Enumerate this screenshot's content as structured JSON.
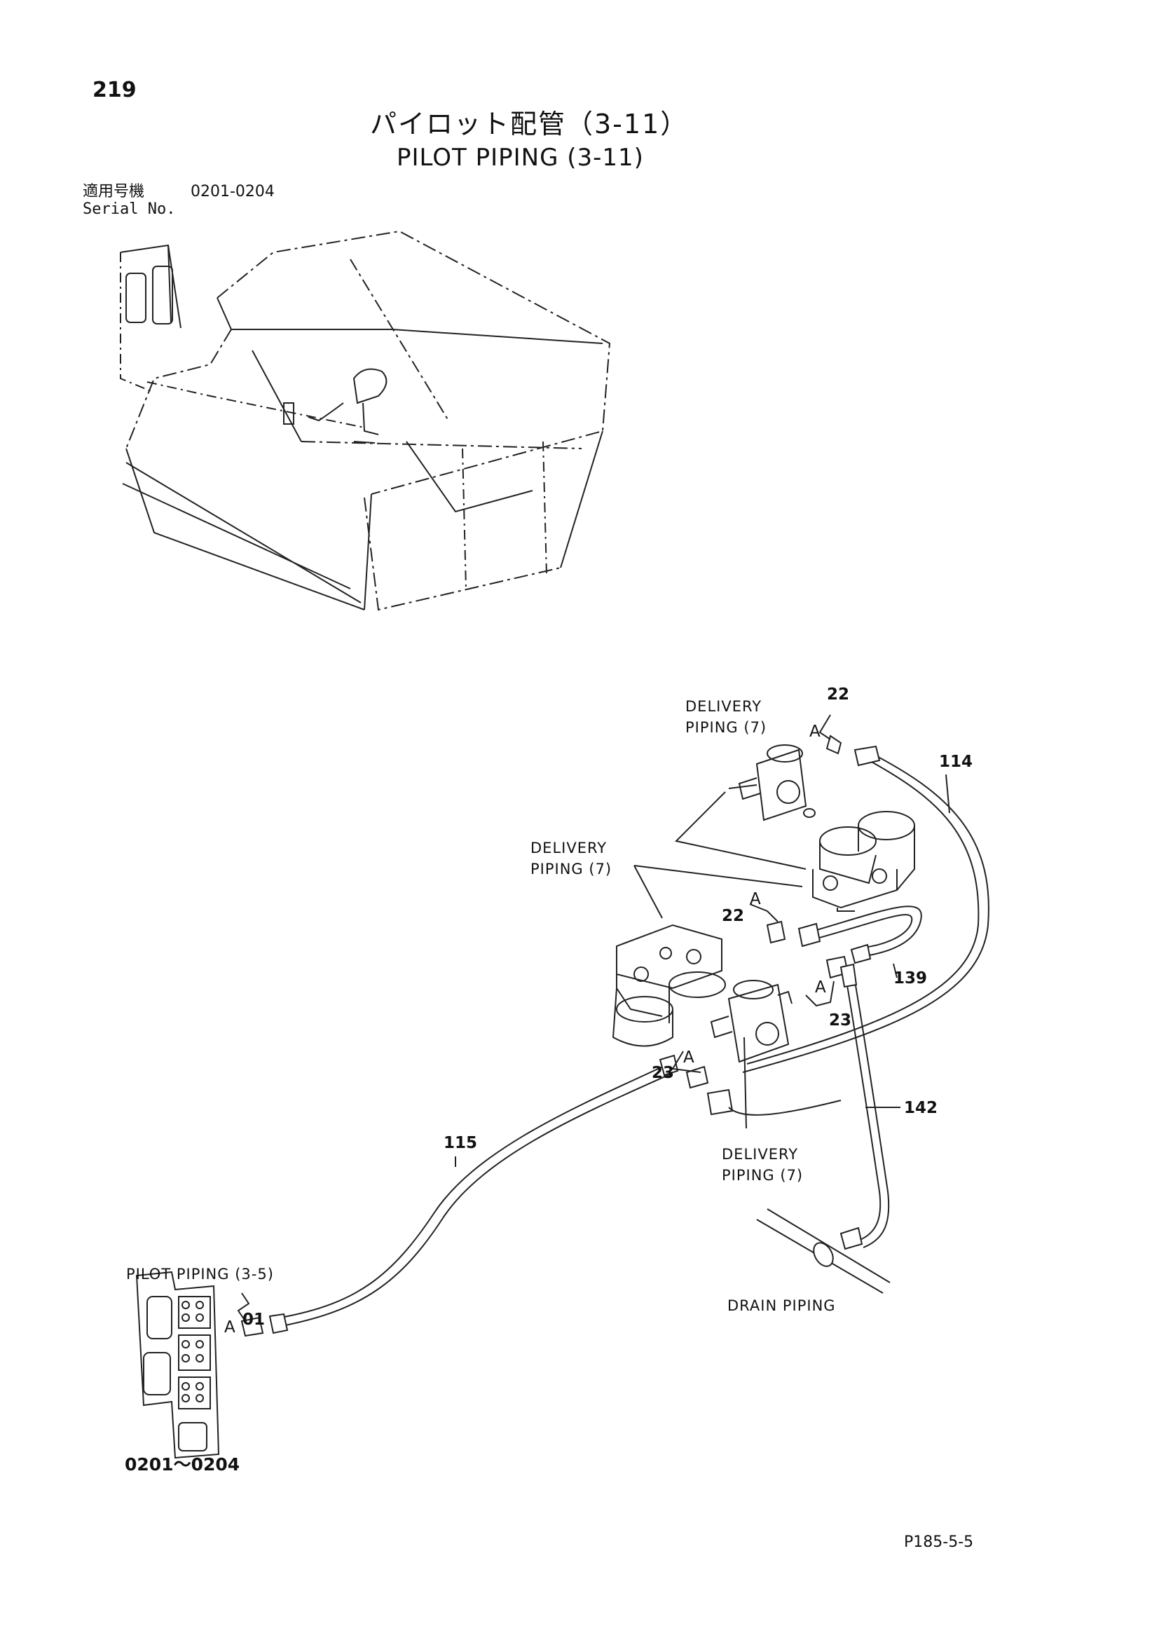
{
  "header": {
    "page_number": "219",
    "title_jp": "パイロット配管（3-11）",
    "title_en": "PILOT PIPING (3-11)",
    "serial_label_jp": "適用号機",
    "serial_value": "0201-0204",
    "serial_label_en": "Serial No."
  },
  "labels": {
    "delivery_1_line1": "DELIVERY",
    "delivery_1_line2": "PIPING (7)",
    "delivery_2_line1": "DELIVERY",
    "delivery_2_line2": "PIPING (7)",
    "delivery_3_line1": "DELIVERY",
    "delivery_3_line2": "PIPING (7)",
    "pilot_piping_ref": "PILOT PIPING (3-5)",
    "drain_piping": "DRAIN PIPING",
    "serial_range": "0201～0204"
  },
  "part_numbers": {
    "p22_top": "22",
    "p22_mid": "22",
    "p23_left": "23",
    "p23_right": "23",
    "p01": "01",
    "p114": "114",
    "p115": "115",
    "p139": "139",
    "p142": "142",
    "a1": "A",
    "a2": "A",
    "a3": "A",
    "a4": "A",
    "a5": "A"
  },
  "footer": {
    "code": "P185-5-5"
  }
}
